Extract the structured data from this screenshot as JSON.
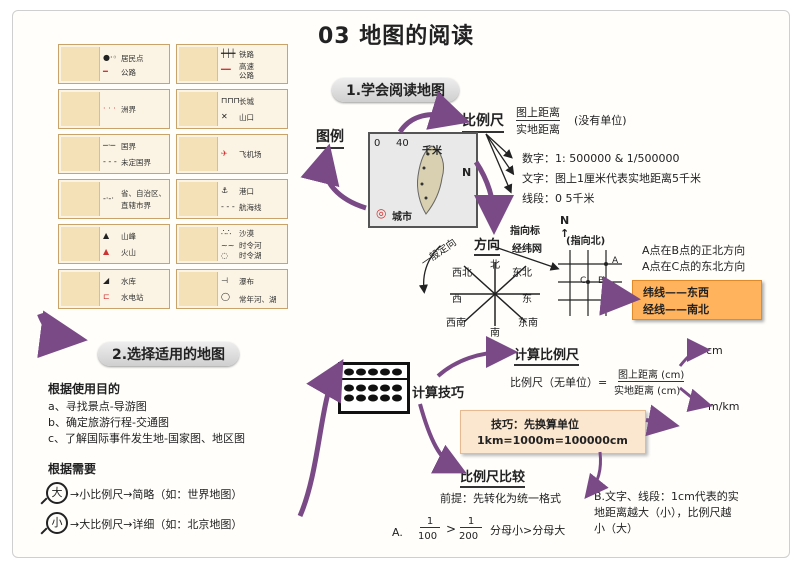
{
  "title": "03 地图的阅读",
  "section1": {
    "label": "1.学会阅读地图"
  },
  "section2": {
    "label": "2.选择适用的地图"
  },
  "legend_panel": {
    "items": [
      {
        "label1": "居民点",
        "label2": "公路"
      },
      {
        "label1": "铁路",
        "label2": "高速",
        "label3": "公路"
      },
      {
        "label1": "洲界"
      },
      {
        "label1": "长城",
        "label2": "山口"
      },
      {
        "label1": "国界",
        "label2": "未定国界"
      },
      {
        "label1": "飞机场"
      },
      {
        "label1": "省、自治区、",
        "label2": "直辖市界"
      },
      {
        "label1": "港口",
        "label2": "航海线"
      },
      {
        "label1": "山峰",
        "label2": "火山"
      },
      {
        "label1": "沙漠",
        "label2": "时令河",
        "label3": "时令湖"
      },
      {
        "label1": "水库",
        "label2": "水电站"
      },
      {
        "label1": "瀑布",
        "label2": "常年河、湖"
      }
    ]
  },
  "map_parts": {
    "legend_label": "图例",
    "scale_label": "比例尺",
    "scale_fraction": {
      "numerator": "图上距离",
      "denominator": "实地距离",
      "note": "(没有单位)"
    },
    "scale_forms": [
      "数字：1: 500000 & 1/500000",
      "文字：图上1厘米代表实地距离5千米",
      "线段：0    5千米"
    ],
    "map": {
      "scale_zero": "0",
      "scale_forty": "40",
      "scale_unit": "千米",
      "north": "N",
      "city": "城市"
    },
    "direction_label": "方向",
    "general_label": "一般定向",
    "north_arrow_label": "指向标",
    "north_arrow_note": "(指向北)",
    "grid_label": "经纬网",
    "compass": {
      "n": "北",
      "s": "南",
      "e": "东",
      "w": "西",
      "ne": "东北",
      "nw": "西北",
      "se": "东南",
      "sw": "西南"
    },
    "grid_points": {
      "a": "A",
      "b": "B",
      "c": "C"
    },
    "grid_text": [
      "A点在B点的正北方向",
      "A点在C点的东北方向"
    ],
    "grid_box": [
      "纬线——东西",
      "经线——南北"
    ]
  },
  "calc": {
    "skill_label": "计算技巧",
    "calc_scale_label": "计算比例尺",
    "formula_left": "比例尺（无单位）=",
    "formula_num": "图上距离 (cm)",
    "formula_den": "实地距离 (cm)",
    "unit_cm": "cm",
    "unit_mkm": "m/km",
    "tip_line1": "技巧：先换算单位",
    "tip_line2": "1km=1000m=100000cm",
    "compare_label": "比例尺比较",
    "premise": "前提：先转化为统一格式",
    "frac_a_prefix": "A.",
    "frac_a_num": "1",
    "frac_a_den": "100",
    "frac_gt": ">",
    "frac_b_num": "1",
    "frac_b_den": "200",
    "frac_rule": "分母小>分母大",
    "compare_b": [
      "B.文字、线段：1cm代表的实",
      "地距离越大（小），比例尺越",
      "小（大）"
    ]
  },
  "choose": {
    "purpose_title": "根据使用目的",
    "purposes": [
      "a、寻找景点-导游图",
      "b、确定旅游行程-交通图",
      "c、了解国际事件发生地-国家图、地区图"
    ],
    "need_title": "根据需要",
    "big_badge": "大",
    "small_badge": "小",
    "big_text": "→小比例尺→简略（如：世界地图）",
    "small_text": "→大比例尺→详细（如：北京地图）"
  },
  "colors": {
    "arrow": "#7a4a86",
    "orange": "#ffb35c",
    "tip": "#fbe6cf",
    "legend_bg": "#fbf4e4",
    "red": "#d32f2f"
  }
}
